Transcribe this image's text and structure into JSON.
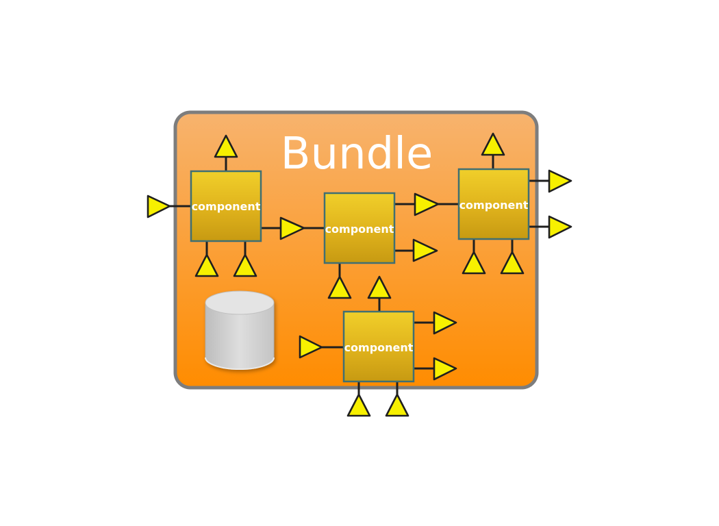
{
  "title": "Bundle",
  "components": [
    {
      "id": "c1",
      "label": "component"
    },
    {
      "id": "c2",
      "label": "component"
    },
    {
      "id": "c3",
      "label": "component"
    },
    {
      "id": "c4",
      "label": "component"
    }
  ],
  "colors": {
    "bundle_top": "#f7b36e",
    "bundle_bottom": "#ff8c00",
    "bundle_border": "#7d7d7d",
    "component_top": "#f0cf2a",
    "component_bottom": "#c79a12",
    "port_fill": "#f7f000",
    "database": "#c8c8c8"
  }
}
